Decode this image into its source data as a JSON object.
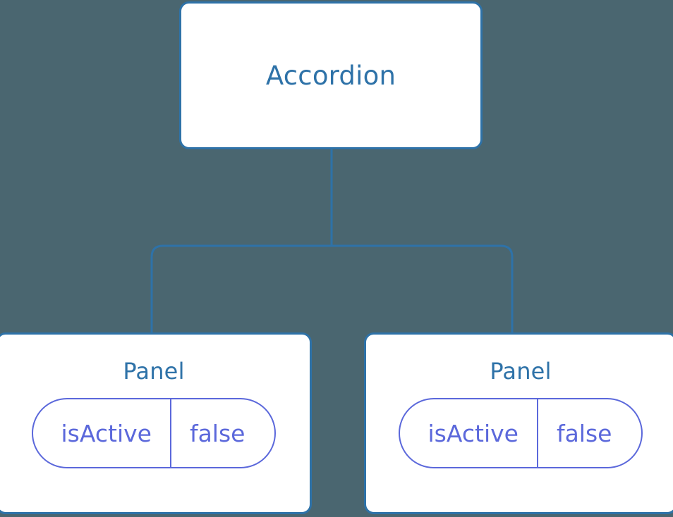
{
  "diagram": {
    "type": "component-tree",
    "background_color": "#4a6670",
    "node_border_color": "#2e72a8",
    "node_fill_color": "#ffffff",
    "node_title_color": "#2e72a8",
    "badge_color": "#5b68db",
    "edge_color": "#2e72a8"
  },
  "root": {
    "title": "Accordion"
  },
  "children": [
    {
      "title": "Panel",
      "badge": {
        "key": "isActive",
        "value": "false"
      }
    },
    {
      "title": "Panel",
      "badge": {
        "key": "isActive",
        "value": "false"
      }
    }
  ],
  "edges": [
    {
      "from": "Accordion",
      "to": "Panel"
    },
    {
      "from": "Accordion",
      "to": "Panel"
    }
  ]
}
